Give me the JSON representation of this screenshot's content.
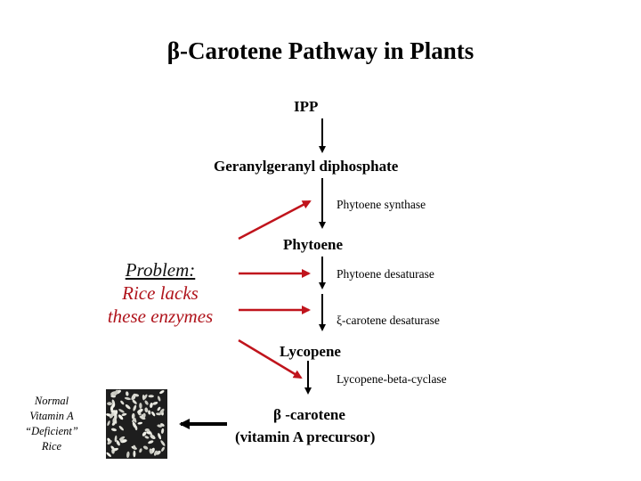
{
  "title": {
    "beta": "β",
    "rest": "-Carotene Pathway in Plants"
  },
  "pathway": {
    "ipp": "IPP",
    "ggpp": "Geranylgeranyl diphosphate",
    "phytoene_synthase": "Phytoene synthase",
    "phytoene": "Phytoene",
    "phytoene_desaturase": "Phytoene desaturase",
    "zeta_desaturase": "ξ-carotene desaturase",
    "lycopene": "Lycopene",
    "lycopene_cyclase": "Lycopene-beta-cyclase",
    "beta_carotene_symbol": "β",
    "beta_carotene_text": " -carotene",
    "precursor": "(vitamin A precursor)"
  },
  "problem": {
    "heading": "Problem:",
    "line1": "Rice lacks",
    "line2": "these enzymes"
  },
  "normal_rice": {
    "line1": "Normal",
    "line2": "Vitamin A",
    "line3": "“Deficient”",
    "line4": "Rice"
  },
  "colors": {
    "red_arrow": "#c0141c",
    "problem_text": "#b0141c",
    "black": "#000000"
  },
  "icons": [
    "down-arrow-icon",
    "red-arrow-icon",
    "left-arrow-icon",
    "rice-grains-image"
  ]
}
